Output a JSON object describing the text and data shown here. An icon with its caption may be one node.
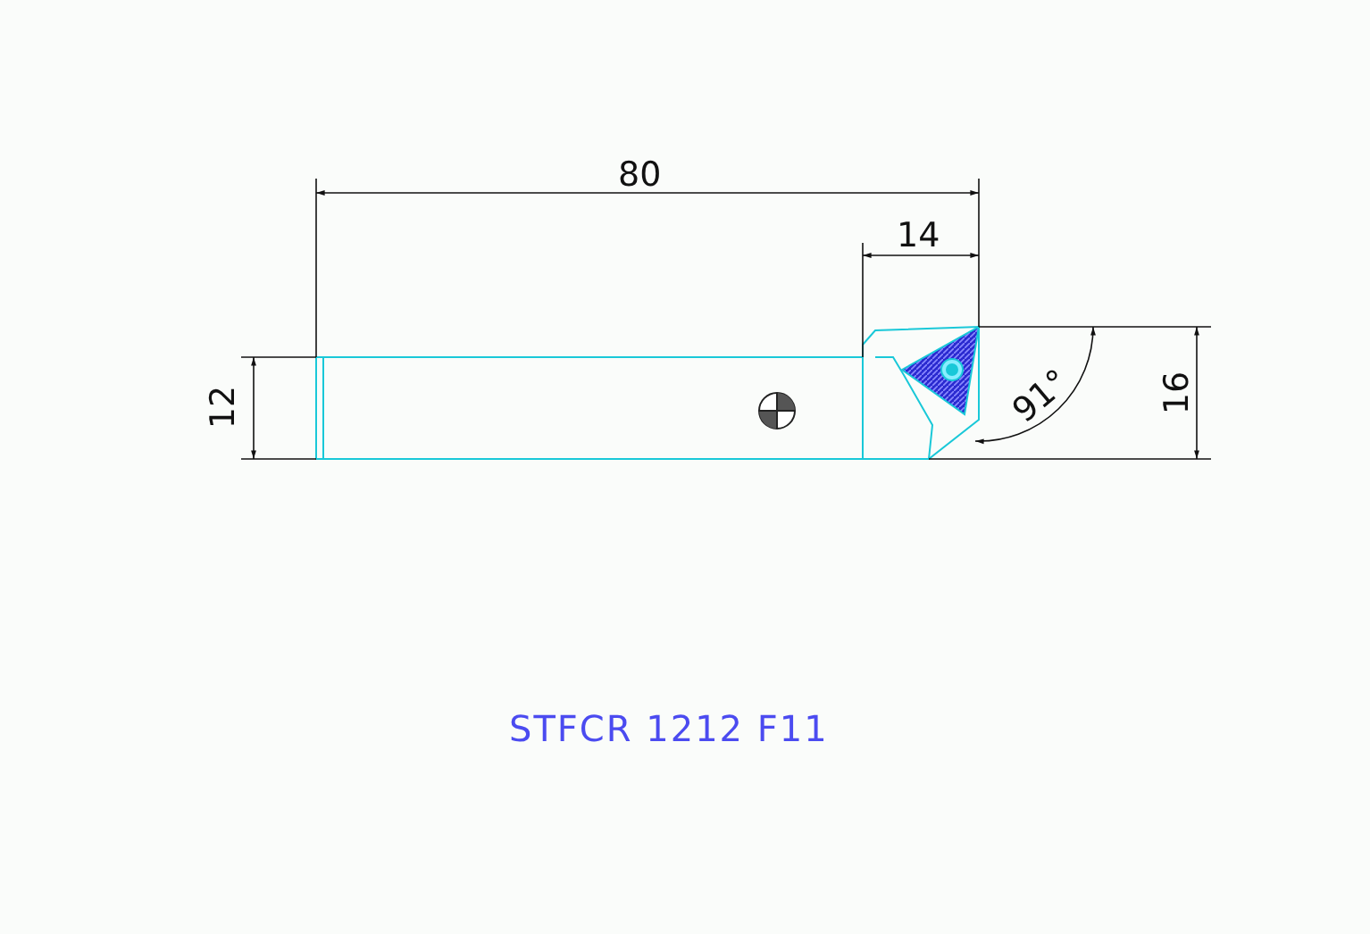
{
  "diagram": {
    "caption": "STFCR 1212 F11",
    "labels": [
      "80",
      "14",
      "12",
      "16",
      "91°"
    ]
  }
}
